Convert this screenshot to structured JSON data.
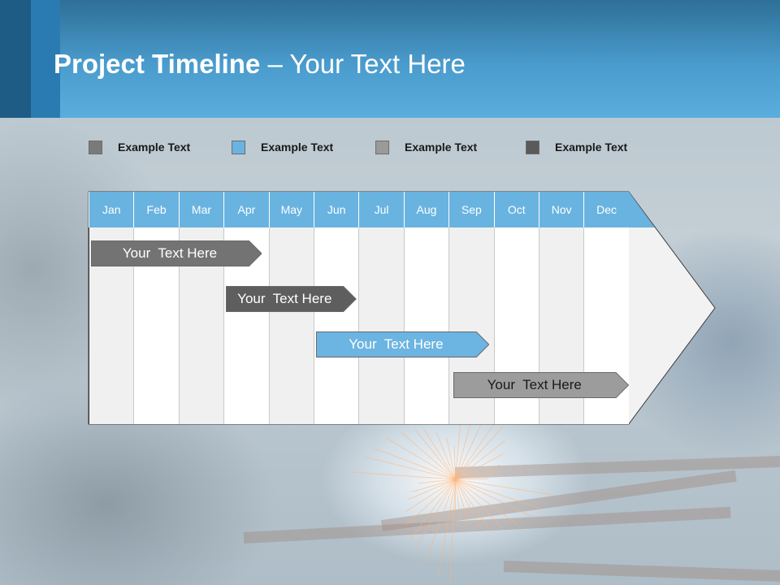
{
  "slide": {
    "title_bold": "Project Timeline",
    "title_rest": " – Your Text Here"
  },
  "legend": [
    {
      "label": "Example Text",
      "color": "#7a7a7a"
    },
    {
      "label": "Example Text",
      "color": "#69b3e0"
    },
    {
      "label": "Example Text",
      "color": "#9a9a9a"
    },
    {
      "label": "Example Text",
      "color": "#5a5a5a"
    }
  ],
  "months": [
    "Jan",
    "Feb",
    "Mar",
    "Apr",
    "May",
    "Jun",
    "Jul",
    "Aug",
    "Sep",
    "Oct",
    "Nov",
    "Dec"
  ],
  "tasks": [
    {
      "label": "Your  Text Here",
      "start_month": 0.05,
      "end_month": 3.85,
      "color": "#737373",
      "text_color": "#ffffff"
    },
    {
      "label": "Your  Text Here",
      "start_month": 3.05,
      "end_month": 5.95,
      "color": "#5e5e5e",
      "text_color": "#ffffff"
    },
    {
      "label": "Your  Text Here",
      "start_month": 5.05,
      "end_month": 8.9,
      "color": "#6cb4e2",
      "text_color": "#ffffff"
    },
    {
      "label": "Your  Text Here",
      "start_month": 8.1,
      "end_month": 12.0,
      "color": "#9c9c9c",
      "text_color": "#1a1a1a"
    }
  ],
  "colors": {
    "header_accent": "#4a9ccd",
    "month_header": "#69b3e0"
  }
}
